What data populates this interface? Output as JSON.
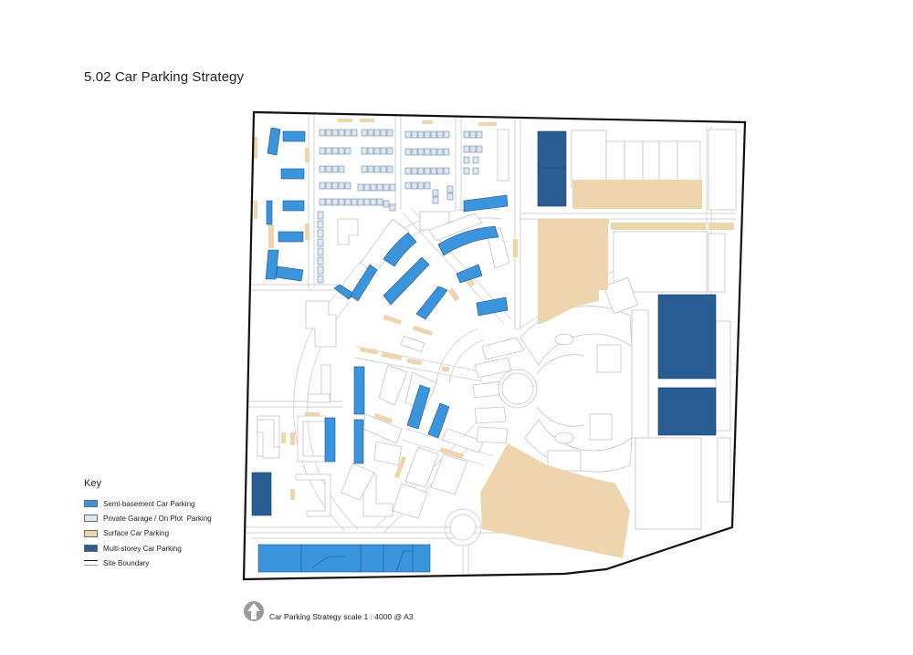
{
  "title": "5.02 Car Parking Strategy",
  "legend": {
    "heading": "Key",
    "items": [
      {
        "label": "Semi-basement Car Parking",
        "color": "#3a95dd"
      },
      {
        "label": "Private Garage / On Plot  Parking",
        "color": "#dde8f1"
      },
      {
        "label": "Surface Car Parking",
        "color": "#efd5ae"
      },
      {
        "label": "Multi-storey Car Parking",
        "color": "#2a5d94"
      },
      {
        "label": "Site Boundary",
        "color": "#111111"
      }
    ]
  },
  "scale_caption": "Car Parking Strategy scale 1 : 4000 @ A3",
  "icons": {
    "north_arrow": "north-arrow-icon"
  },
  "colors": {
    "semi_basement": "#3a95dd",
    "private_garage": "#dde8f1",
    "surface": "#efd5ae",
    "multi_storey": "#2a5d94",
    "building_outline": "#c4c4c4",
    "road_line": "#d2d2d2",
    "boundary": "#111111"
  }
}
